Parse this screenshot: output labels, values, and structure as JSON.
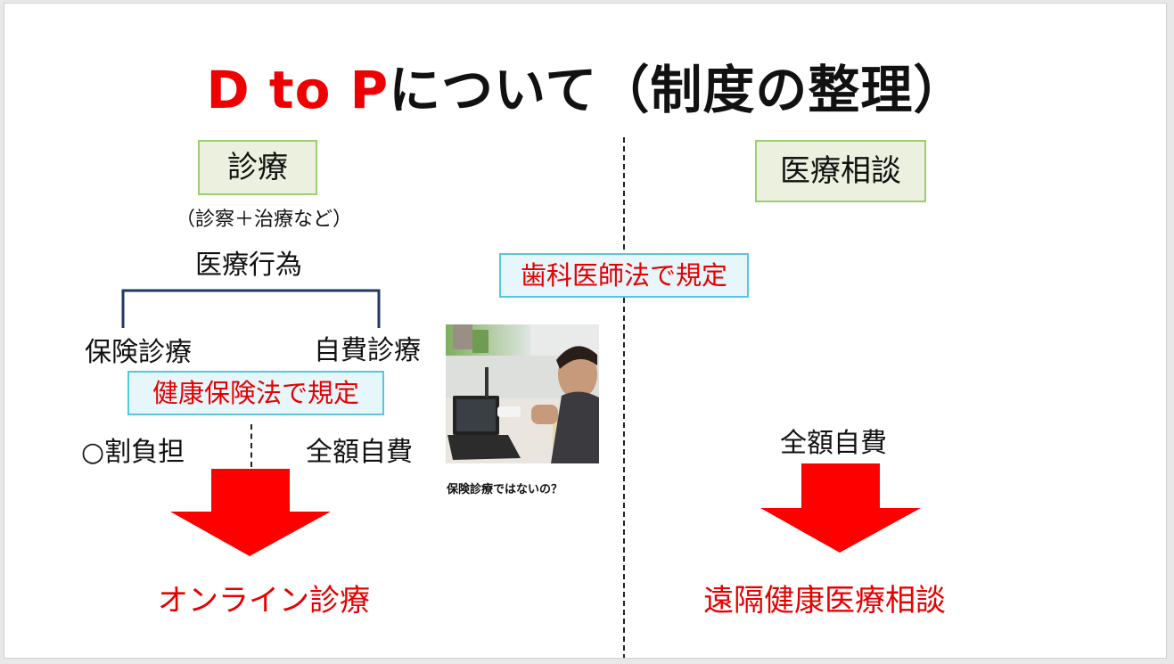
{
  "title": {
    "accent": "D to P",
    "rest": "について（制度の整理）"
  },
  "left": {
    "heading": "診療",
    "subnote": "（診察＋治療など）",
    "medical_act": "医療行為",
    "branch_left": "保険診療",
    "branch_right": "自費診療",
    "law_box": "健康保険法で規定",
    "cost_left": "○割負担",
    "cost_right": "全額自費",
    "result": "オンライン診療"
  },
  "center": {
    "law_box": "歯科医師法で規定",
    "photo_caption": "保険診療ではないの？"
  },
  "right": {
    "heading": "医療相談",
    "cost": "全額自費",
    "result": "遠隔健康医療相談"
  },
  "colors": {
    "accent_red": "#e60000",
    "green_box_fill": "#ebf1de",
    "green_box_border": "#9bcf6f",
    "cyan_box_fill": "#e7f6fb",
    "cyan_box_border": "#55c7df",
    "bracket": "#1f3864"
  }
}
